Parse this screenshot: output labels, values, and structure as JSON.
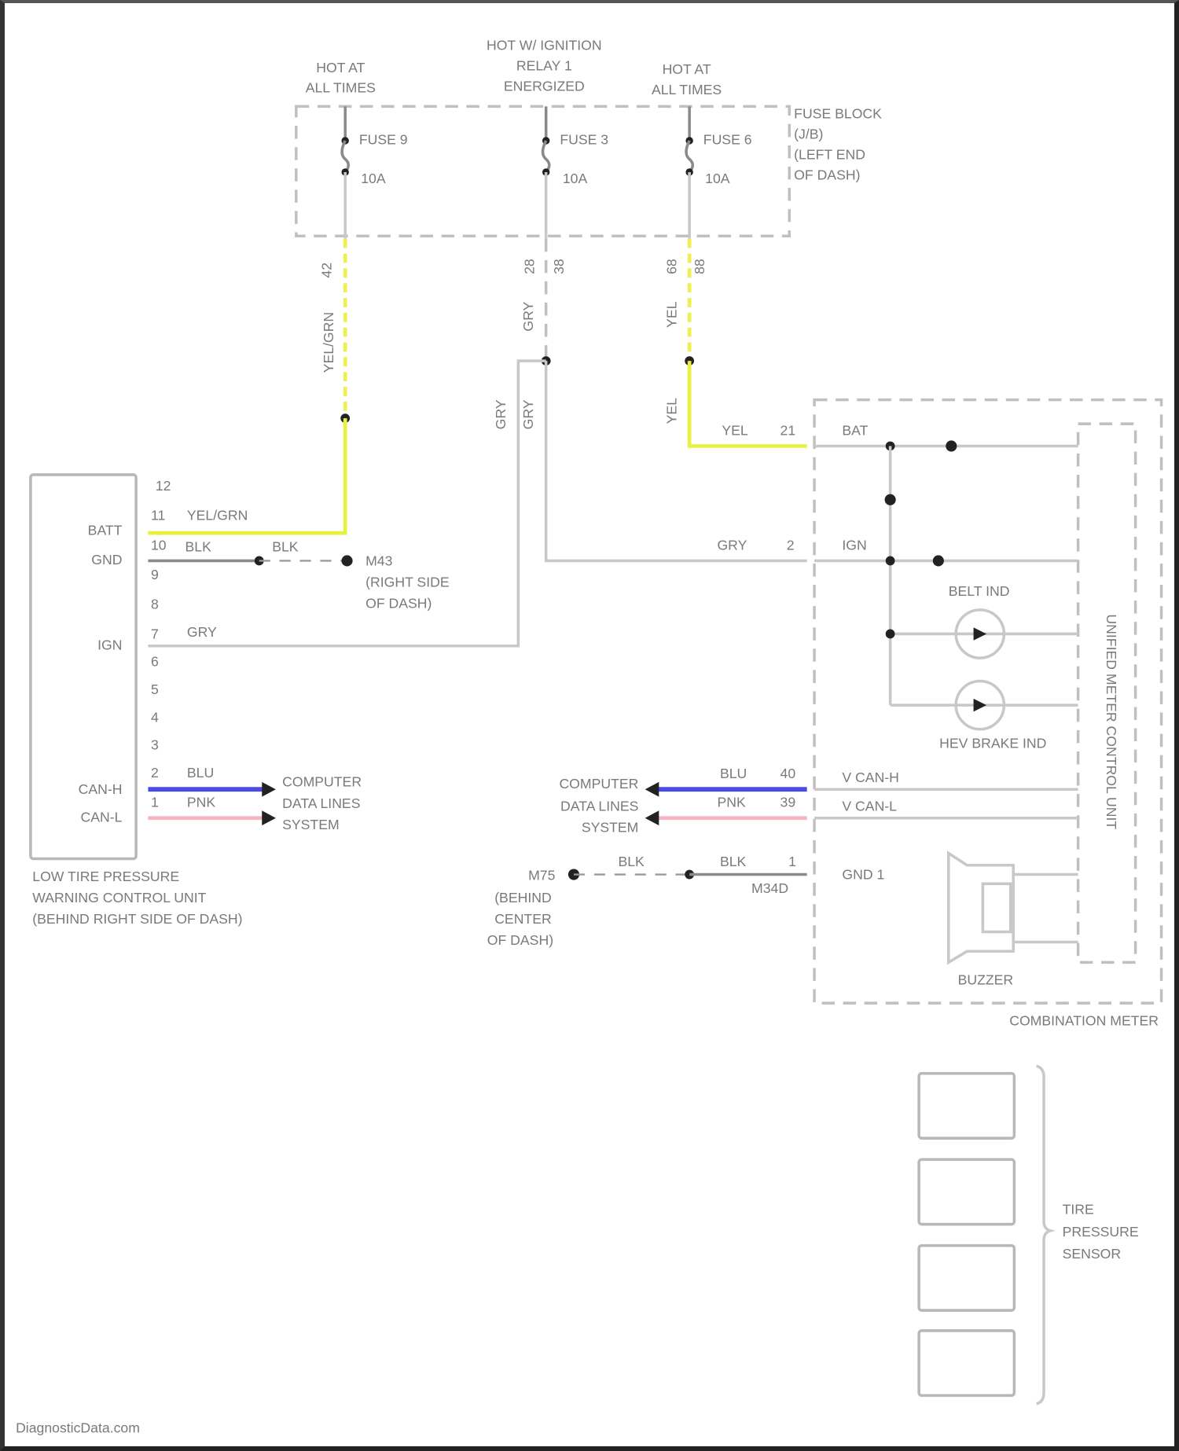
{
  "diagram": {
    "watermark": "DiagnosticData.com",
    "power_sources": [
      {
        "label_line1": "HOT AT",
        "label_line2": "ALL TIMES",
        "label_line3": "",
        "fuse": "FUSE 9",
        "rating": "10A",
        "pin": "42",
        "pin2": "",
        "wire": "YEL/GRN"
      },
      {
        "label_line1": "HOT W/ IGNITION",
        "label_line2": "RELAY 1",
        "label_line3": "ENERGIZED",
        "fuse": "FUSE 3",
        "rating": "10A",
        "pin": "28",
        "pin2": "38",
        "wire": "GRY"
      },
      {
        "label_line1": "HOT AT",
        "label_line2": "ALL TIMES",
        "label_line3": "",
        "fuse": "FUSE 6",
        "rating": "10A",
        "pin": "68",
        "pin2": "88",
        "wire": "YEL"
      }
    ],
    "fuse_block": {
      "line1": "FUSE BLOCK",
      "line2": "(J/B)",
      "line3": "(LEFT END",
      "line4": "OF DASH)"
    },
    "control_unit": {
      "name_line1": "LOW TIRE PRESSURE",
      "name_line2": "WARNING CONTROL UNIT",
      "name_line3": "(BEHIND RIGHT SIDE OF DASH)",
      "terminals": {
        "batt": "BATT",
        "gnd": "GND",
        "ign": "IGN",
        "canh": "CAN-H",
        "canl": "CAN-L"
      },
      "pins": [
        "12",
        "11",
        "10",
        "9",
        "8",
        "7",
        "6",
        "5",
        "4",
        "3",
        "2",
        "1"
      ],
      "wires": {
        "batt": "YEL/GRN",
        "gnd1": "BLK",
        "gnd2": "BLK",
        "ign": "GRY",
        "canh": "BLU",
        "canl": "PNK"
      },
      "ground": {
        "id": "M43",
        "line2": "(RIGHT SIDE",
        "line3": "OF DASH)"
      },
      "data_lines": {
        "line1": "COMPUTER",
        "line2": "DATA LINES",
        "line3": "SYSTEM"
      }
    },
    "combination_meter": {
      "name": "COMBINATION METER",
      "inner_unit": "UNIFIED METER CONTROL UNIT",
      "terminals": {
        "bat": "BAT",
        "ign": "IGN",
        "canh": "V CAN-H",
        "canl": "V CAN-L",
        "gnd": "GND 1"
      },
      "pins": {
        "bat": "21",
        "ign": "2",
        "canh": "40",
        "canl": "39",
        "gnd": "1"
      },
      "wires": {
        "bat": "YEL",
        "ign": "GRY",
        "canh": "BLU",
        "canl": "PNK",
        "gnd1": "BLK",
        "gnd2": "BLK"
      },
      "indicators": {
        "belt": "BELT IND",
        "brake": "HEV BRAKE IND"
      },
      "buzzer": "BUZZER",
      "connector": "M34D",
      "ground": {
        "id": "M75",
        "line2": "(BEHIND",
        "line3": "CENTER",
        "line4": "OF DASH)"
      },
      "data_lines": {
        "line1": "COMPUTER",
        "line2": "DATA LINES",
        "line3": "SYSTEM"
      }
    },
    "vertical_wire_labels": {
      "gry_a": "GRY",
      "gry_b": "GRY",
      "gry_c": "GRY",
      "yel_a": "YEL",
      "yel_b": "YEL",
      "yel_grn": "YEL/GRN"
    },
    "tire_sensor": {
      "line1": "TIRE",
      "line2": "PRESSURE",
      "line3": "SENSOR",
      "count": 4
    }
  }
}
